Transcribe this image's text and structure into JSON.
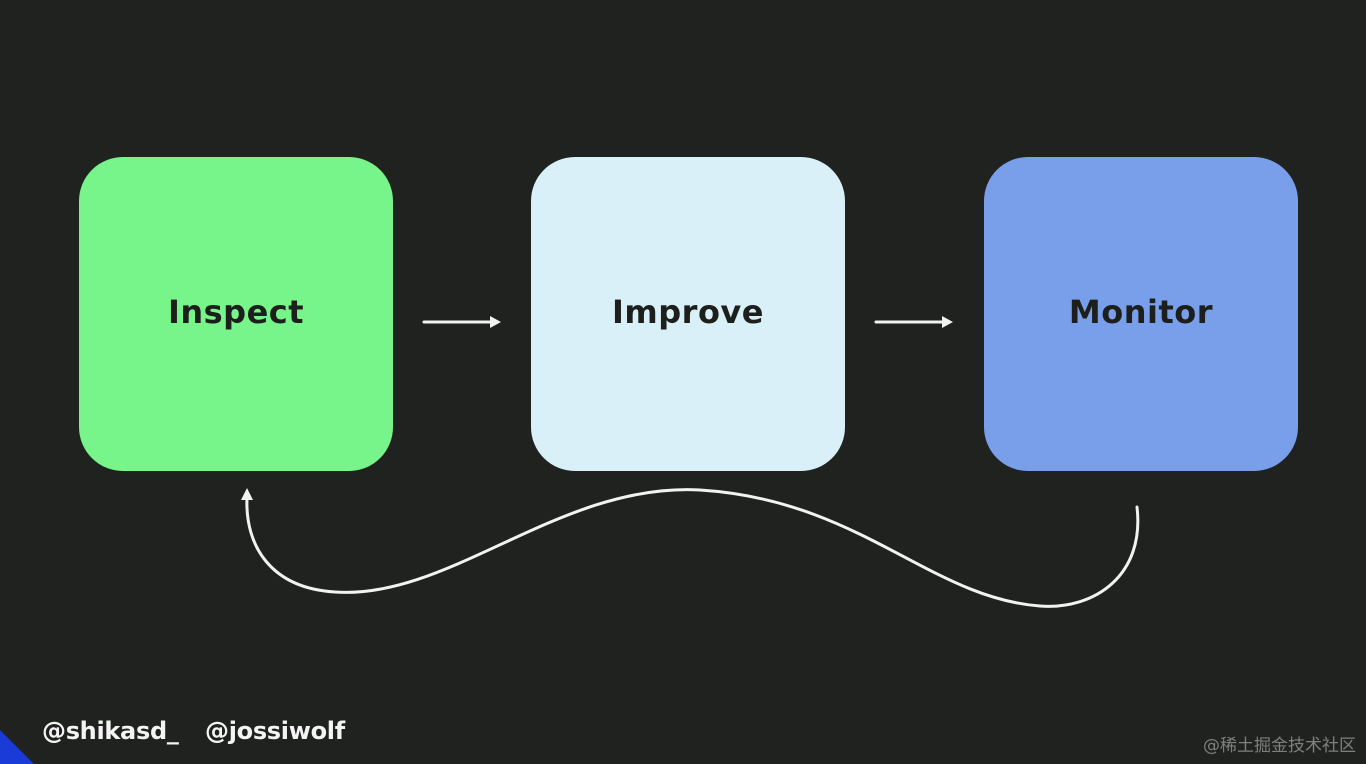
{
  "diagram": {
    "steps": [
      {
        "label": "Inspect",
        "color": "#78f58a"
      },
      {
        "label": "Improve",
        "color": "#daf0f8"
      },
      {
        "label": "Monitor",
        "color": "#7a9fea"
      }
    ],
    "arrow_color": "#f2f2f2"
  },
  "footer": {
    "handles": [
      "@shikasd_",
      "@jossiwolf"
    ],
    "accent_color": "#1a3bd8"
  },
  "watermark": "@稀土掘金技术社区",
  "background_color": "#1f221f"
}
